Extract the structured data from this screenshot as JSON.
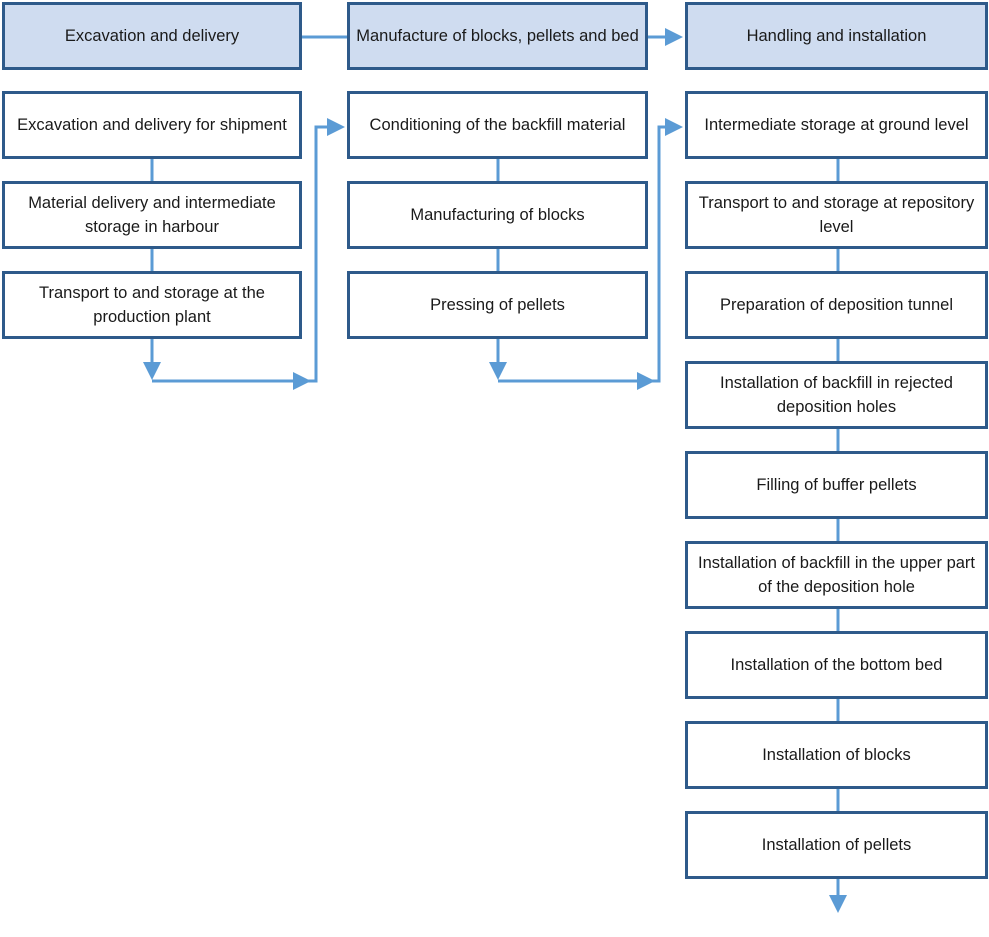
{
  "colors": {
    "box_border": "#2e5a8a",
    "header_fill": "#cfdcf0",
    "box_fill": "#ffffff",
    "connector": "#5b9bd5",
    "text": "#1a1a1a"
  },
  "columns": [
    {
      "header": "Excavation and delivery",
      "steps": [
        "Excavation and delivery for shipment",
        "Material delivery and intermediate storage in harbour",
        "Transport to and storage at the production plant"
      ]
    },
    {
      "header": "Manufacture of blocks, pellets and bed",
      "steps": [
        "Conditioning of the backfill material",
        "Manufacturing of blocks",
        "Pressing of pellets"
      ]
    },
    {
      "header": "Handling and installation",
      "steps": [
        "Intermediate storage at ground level",
        "Transport to and storage at repository level",
        "Preparation of deposition tunnel",
        "Installation of backfill in rejected deposition holes",
        "Filling of buffer pellets",
        "Installation of backfill in the upper part of the deposition hole",
        "Installation of the bottom bed",
        "Installation of blocks",
        "Installation of pellets"
      ]
    }
  ]
}
